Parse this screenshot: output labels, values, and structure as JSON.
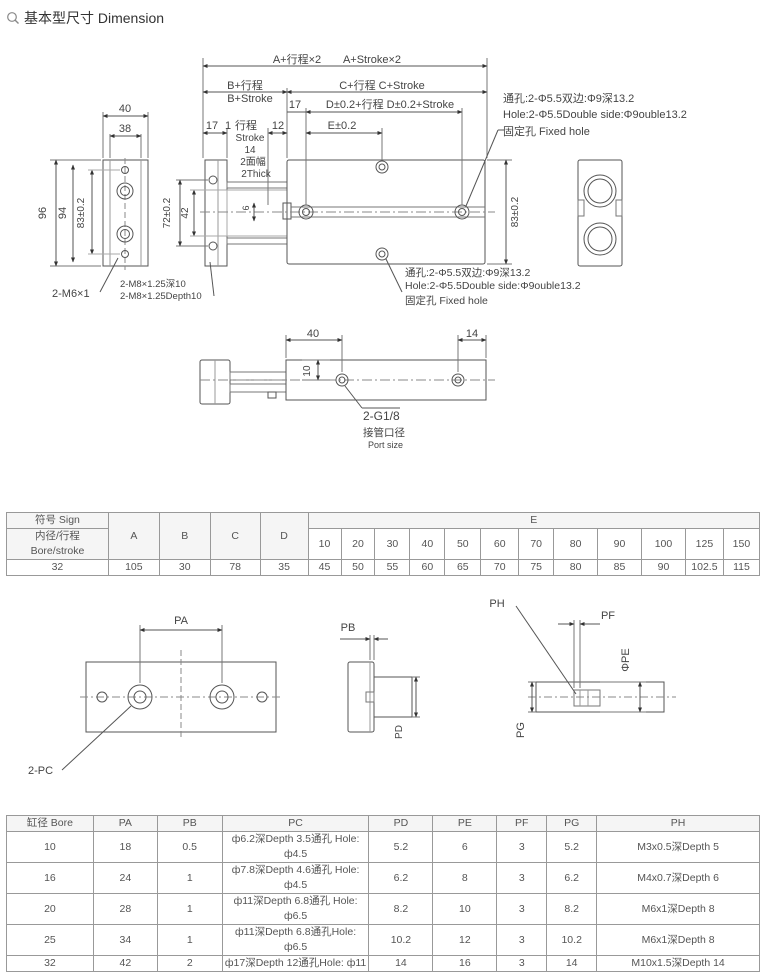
{
  "header": {
    "title": "基本型尺寸 Dimension"
  },
  "labels": {
    "a_stroke_cn": "A+行程×2",
    "a_stroke_en": "A+Stroke×2",
    "b_stroke_cn": "B+行程",
    "b_stroke_en": "B+Stroke",
    "c_stroke": "C+行程  C+Stroke",
    "d_stroke": "D±0.2+行程  D±0.2+Stroke",
    "dim_17": "17",
    "dim_17b": "17",
    "dim_1": "1",
    "stroke_cn": "行程",
    "stroke_en": "Stroke",
    "dim_12": "12",
    "dim_14": "14",
    "face_width_cn": "2面幅",
    "face_width_en": "2Thick",
    "e_tol": "E±0.2",
    "dim_40": "40",
    "dim_38": "38",
    "dim_96": "96",
    "dim_94": "94",
    "dim_83": "83±0.2",
    "dim_72": "72±0.2",
    "dim_42": "42",
    "dim_6": "6",
    "dim_83r": "83±0.2",
    "m6": "2-M6×1",
    "m8_cn": "2-M8×1.25深10",
    "m8_en": "2-M8×1.25Depth10",
    "hole_top_cn": "通孔:2-Φ5.5双边:Φ9深13.2",
    "hole_top_en": "Hole:2-Φ5.5Double side:Φ9ouble13.2",
    "fixed_top": "固定孔 Fixed hole",
    "hole_bot_cn": "通孔:2-Φ5.5双边:Φ9深13.2",
    "hole_bot_en": "Hole:2-Φ5.5Double side:Φ9ouble13.2",
    "fixed_bot": "固定孔 Fixed hole",
    "side_40": "40",
    "side_14": "14",
    "side_10": "10",
    "g18": "2-G1/8",
    "port_cn": "接管口径",
    "port_en": "Port size",
    "pa": "PA",
    "pb": "PB",
    "pc": "2-PC",
    "pd": "PD",
    "pe": "ΦPE",
    "pf": "PF",
    "pg": "PG",
    "ph": "PH"
  },
  "table1": {
    "sign": "符号 Sign",
    "bore_stroke": "内径/行程 Bore/stroke",
    "cols": [
      "A",
      "B",
      "C",
      "D"
    ],
    "e_label": "E",
    "e_cols": [
      "10",
      "20",
      "30",
      "40",
      "50",
      "60",
      "70",
      "80",
      "90",
      "100",
      "125",
      "150"
    ],
    "row": {
      "bore": "32",
      "values": [
        "105",
        "30",
        "78",
        "35"
      ],
      "e_values": [
        "45",
        "50",
        "55",
        "60",
        "65",
        "70",
        "75",
        "80",
        "85",
        "90",
        "102.5",
        "115"
      ]
    }
  },
  "table2": {
    "headers": [
      "缸径 Bore",
      "PA",
      "PB",
      "PC",
      "PD",
      "PE",
      "PF",
      "PG",
      "PH"
    ],
    "rows": [
      [
        "10",
        "18",
        "0.5",
        "ф6.2深Depth 3.5通孔 Hole: ф4.5",
        "5.2",
        "6",
        "3",
        "5.2",
        "M3x0.5深Depth 5"
      ],
      [
        "16",
        "24",
        "1",
        "ф7.8深Depth 4.6通孔 Hole: ф4.5",
        "6.2",
        "8",
        "3",
        "6.2",
        "M4x0.7深Depth 6"
      ],
      [
        "20",
        "28",
        "1",
        "ф11深Depth 6.8通孔 Hole: ф6.5",
        "8.2",
        "10",
        "3",
        "8.2",
        "M6x1深Depth 8"
      ],
      [
        "25",
        "34",
        "1",
        "ф11深Depth 6.8通孔Hole: ф6.5",
        "10.2",
        "12",
        "3",
        "10.2",
        "M6x1深Depth 8"
      ],
      [
        "32",
        "42",
        "2",
        "ф17深Depth 12通孔Hole: ф11",
        "14",
        "16",
        "3",
        "14",
        "M10x1.5深Depth 14"
      ]
    ]
  }
}
